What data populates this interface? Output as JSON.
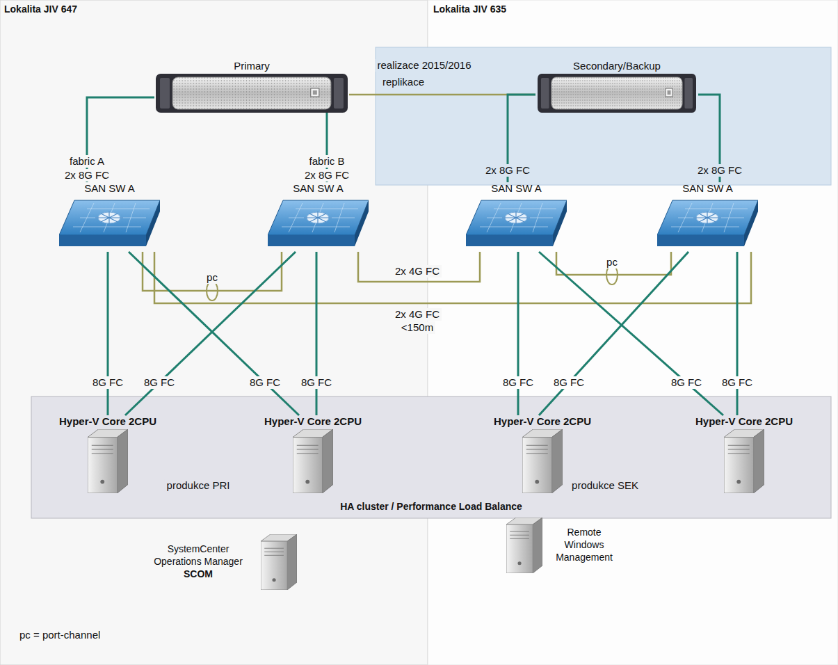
{
  "diagram": {
    "nodes": [
      {
        "text": [
          "Lokalita JIV 647"
        ]
      },
      {
        "text": [
          "Lokalita JIV 635"
        ]
      },
      {
        "text": [
          "Primary"
        ],
        "in": 0
      },
      {
        "text": [
          "Secondary/Backup"
        ],
        "in": 1
      },
      {
        "text": [
          "SAN SW A"
        ],
        "in": 0
      },
      {
        "text": [
          "SAN SW A"
        ],
        "in": 0
      },
      {
        "text": [
          "SAN SW A"
        ],
        "in": 1
      },
      {
        "text": [
          "SAN SW A"
        ],
        "in": 1
      },
      {
        "text": [
          "HA cluster / Performance Load Balance"
        ]
      },
      {
        "text": [
          "Hyper-V Core 2CPU"
        ],
        "in": 8
      },
      {
        "text": [
          "Hyper-V Core 2CPU"
        ],
        "in": 8
      },
      {
        "text": [
          "Hyper-V Core 2CPU"
        ],
        "in": 8
      },
      {
        "text": [
          "Hyper-V Core 2CPU"
        ],
        "in": 8
      },
      {
        "text": [
          "SystemCenter Operations Manager",
          "SCOM"
        ],
        "in": 0
      },
      {
        "text": [
          "Remote Windows Management"
        ],
        "in": 1
      }
    ],
    "edges": [
      {
        "from": 2,
        "to": 4,
        "arrow": "none",
        "label": "2x 8G FC"
      },
      {
        "from": 2,
        "to": 5,
        "arrow": "none",
        "label": "2x 8G FC"
      },
      {
        "from": 2,
        "to": 3,
        "arrow": "none",
        "label": "replikace"
      },
      {
        "from": 3,
        "to": 6,
        "arrow": "none",
        "label": "2x 8G FC"
      },
      {
        "from": 3,
        "to": 7,
        "arrow": "none",
        "label": "2x 8G FC"
      },
      {
        "from": 4,
        "to": 5,
        "arrow": "none",
        "label": "pc"
      },
      {
        "from": 5,
        "to": 6,
        "arrow": "none",
        "label": "2x 4G FC"
      },
      {
        "from": 4,
        "to": 7,
        "arrow": "none",
        "label": "2x 4G FC"
      },
      {
        "from": 6,
        "to": 7,
        "arrow": "none",
        "label": "pc"
      },
      {
        "from": 4,
        "to": 9,
        "arrow": "none",
        "label": "8G FC"
      },
      {
        "from": 4,
        "to": 10,
        "arrow": "none",
        "label": "8G FC"
      },
      {
        "from": 5,
        "to": 9,
        "arrow": "none",
        "label": "8G FC"
      },
      {
        "from": 5,
        "to": 10,
        "arrow": "none",
        "label": "8G FC"
      },
      {
        "from": 6,
        "to": 11,
        "arrow": "none",
        "label": "8G FC"
      },
      {
        "from": 6,
        "to": 12,
        "arrow": "none",
        "label": "8G FC"
      },
      {
        "from": 7,
        "to": 11,
        "arrow": "none",
        "label": "8G FC"
      },
      {
        "from": 7,
        "to": 12,
        "arrow": "none",
        "label": "8G FC"
      }
    ],
    "labels": [
      "realizace 2015/2016",
      "fabric A",
      "fabric B",
      "<150m",
      "produkce PRI",
      "produkce SEK",
      "pc = port-channel"
    ]
  }
}
